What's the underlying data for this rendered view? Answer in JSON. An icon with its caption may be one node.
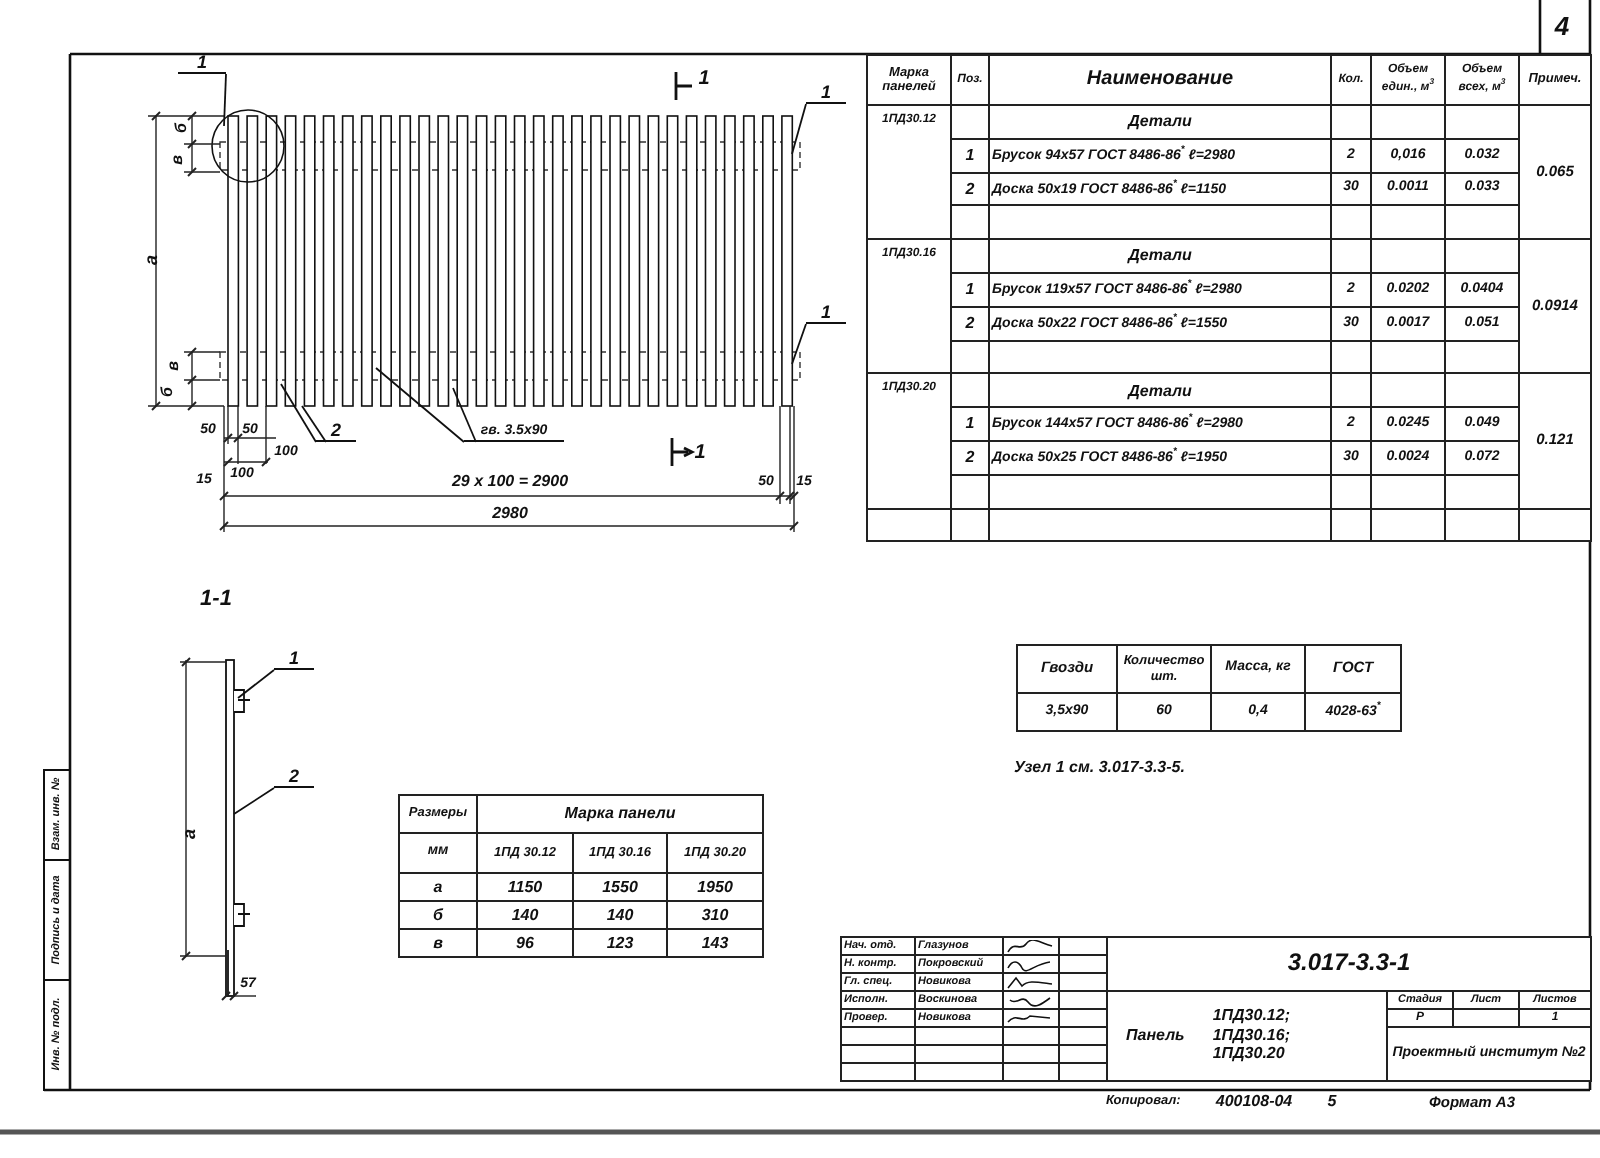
{
  "diagram": {
    "nodes": [
      {
        "text": [
          "1"
        ]
      },
      {
        "text": [
          "1"
        ]
      },
      {
        "text": [
          "1"
        ]
      },
      {
        "text": [
          "2"
        ]
      },
      {
        "text": [
          "гв. 3.5х90"
        ]
      },
      {
        "text": [
          "1"
        ]
      },
      {
        "text": [
          "2"
        ]
      },
      {
        "text": [],
        "shape": "picture"
      },
      {
        "text": [],
        "shape": "picture"
      },
      {
        "text": [],
        "shape": "circle"
      }
    ],
    "edges": [
      {
        "from": 0,
        "to": 9,
        "arrow": "none"
      },
      {
        "from": 1,
        "to": 7,
        "arrow": "none"
      },
      {
        "from": 2,
        "to": 7,
        "arrow": "none"
      },
      {
        "from": 3,
        "to": 7,
        "arrow": "none"
      },
      {
        "from": 3,
        "to": 7,
        "arrow": "none"
      },
      {
        "from": 4,
        "to": 7,
        "arrow": "none"
      },
      {
        "from": 4,
        "to": 7,
        "arrow": "none"
      },
      {
        "from": 5,
        "to": 8,
        "arrow": "none"
      },
      {
        "from": 6,
        "to": 8,
        "arrow": "none"
      }
    ],
    "labels": [
      "4",
      "б",
      "в",
      "а",
      "в",
      "б",
      "1",
      "1",
      "50",
      "50",
      "100",
      "15",
      "100",
      "29 х 100 = 2900",
      "50",
      "15",
      "2980",
      "1-1",
      "а",
      "57",
      "Инв. № подл.",
      "Подпись и дата",
      "Взам. инв. №",
      "Размеры",
      "Марка панели",
      "мм",
      "1ПД 30.12",
      "1ПД 30.16",
      "1ПД 30.20",
      "а",
      "1150",
      "1550",
      "1950",
      "б",
      "140",
      "140",
      "310",
      "в",
      "96",
      "123",
      "143",
      "Марка панелей",
      "Поз.",
      "Наименование",
      "Кол.",
      "Объем един., м$^{3}$",
      "Объем всех, м$^{3}$",
      "Примеч.",
      "1ПД30.12",
      "Детали",
      "1",
      "Брусок 94х57 ГОСТ 8486-86$^{*}$ ℓ=2980",
      "2",
      "0,016",
      "0.032",
      "0.065",
      "2",
      "Доска 50х19 ГОСТ 8486-86$^{*}$ ℓ=1150",
      "30",
      "0.0011",
      "0.033",
      "1ПД30.16",
      "Детали",
      "1",
      "Брусок 119х57 ГОСТ 8486-86$^{*}$ ℓ=2980",
      "2",
      "0.0202",
      "0.0404",
      "0.0914",
      "2",
      "Доска 50х22 ГОСТ 8486-86$^{*}$ ℓ=1550",
      "30",
      "0.0017",
      "0.051",
      "1ПД30.20",
      "Детали",
      "1",
      "Брусок 144х57 ГОСТ 8486-86$^{*}$ ℓ=2980",
      "2",
      "0.0245",
      "0.049",
      "0.121",
      "2",
      "Доска 50х25 ГОСТ 8486-86$^{*}$ ℓ=1950",
      "30",
      "0.0024",
      "0.072",
      "Гвозди",
      "Количество шт.",
      "Масса, кг",
      "ГОСТ",
      "3,5х90",
      "60",
      "0,4",
      "4028-63$^{*}$",
      "Узел 1 см. 3.017-3.3-5.",
      "Нач. отд.",
      "Глазунов",
      "Н. контр.",
      "Покровский",
      "Гл. спец.",
      "Новикова",
      "Исполн.",
      "Воскинова",
      "Провер.",
      "Новикова",
      "3.017-3.3-1",
      "Панель",
      "1ПД30.12;",
      "1ПД30.16;",
      "1ПД30.20",
      "Стадия",
      "Лист",
      "Листов",
      "Р",
      "1",
      "Проектный институт №2",
      "Копировал:",
      "400108-04",
      "5",
      "Формат А3"
    ]
  }
}
